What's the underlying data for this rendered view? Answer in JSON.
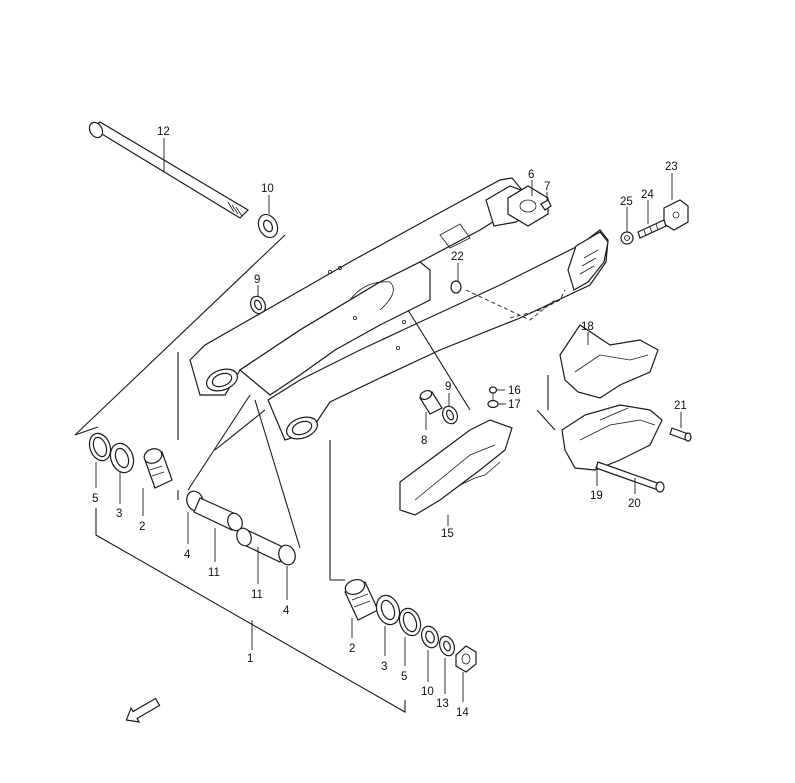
{
  "callouts": [
    {
      "id": "c1",
      "text": "1"
    },
    {
      "id": "c2a",
      "text": "2"
    },
    {
      "id": "c2b",
      "text": "2"
    },
    {
      "id": "c3a",
      "text": "3"
    },
    {
      "id": "c3b",
      "text": "3"
    },
    {
      "id": "c4a",
      "text": "4"
    },
    {
      "id": "c4b",
      "text": "4"
    },
    {
      "id": "c5a",
      "text": "5"
    },
    {
      "id": "c5b",
      "text": "5"
    },
    {
      "id": "c6",
      "text": "6"
    },
    {
      "id": "c7",
      "text": "7"
    },
    {
      "id": "c8",
      "text": "8"
    },
    {
      "id": "c9a",
      "text": "9"
    },
    {
      "id": "c9b",
      "text": "9"
    },
    {
      "id": "c10a",
      "text": "10"
    },
    {
      "id": "c10b",
      "text": "10"
    },
    {
      "id": "c11a",
      "text": "11"
    },
    {
      "id": "c11b",
      "text": "11"
    },
    {
      "id": "c12",
      "text": "12"
    },
    {
      "id": "c13",
      "text": "13"
    },
    {
      "id": "c14",
      "text": "14"
    },
    {
      "id": "c15",
      "text": "15"
    },
    {
      "id": "c16",
      "text": "16"
    },
    {
      "id": "c17",
      "text": "17"
    },
    {
      "id": "c18",
      "text": "18"
    },
    {
      "id": "c19",
      "text": "19"
    },
    {
      "id": "c20",
      "text": "20"
    },
    {
      "id": "c21",
      "text": "21"
    },
    {
      "id": "c22",
      "text": "22"
    },
    {
      "id": "c23",
      "text": "23"
    },
    {
      "id": "c24",
      "text": "24"
    },
    {
      "id": "c25",
      "text": "25"
    }
  ],
  "direction_arrow": {
    "text": "FWD"
  },
  "colors": {
    "ink": "#1a1a1a",
    "paper": "#ffffff"
  }
}
